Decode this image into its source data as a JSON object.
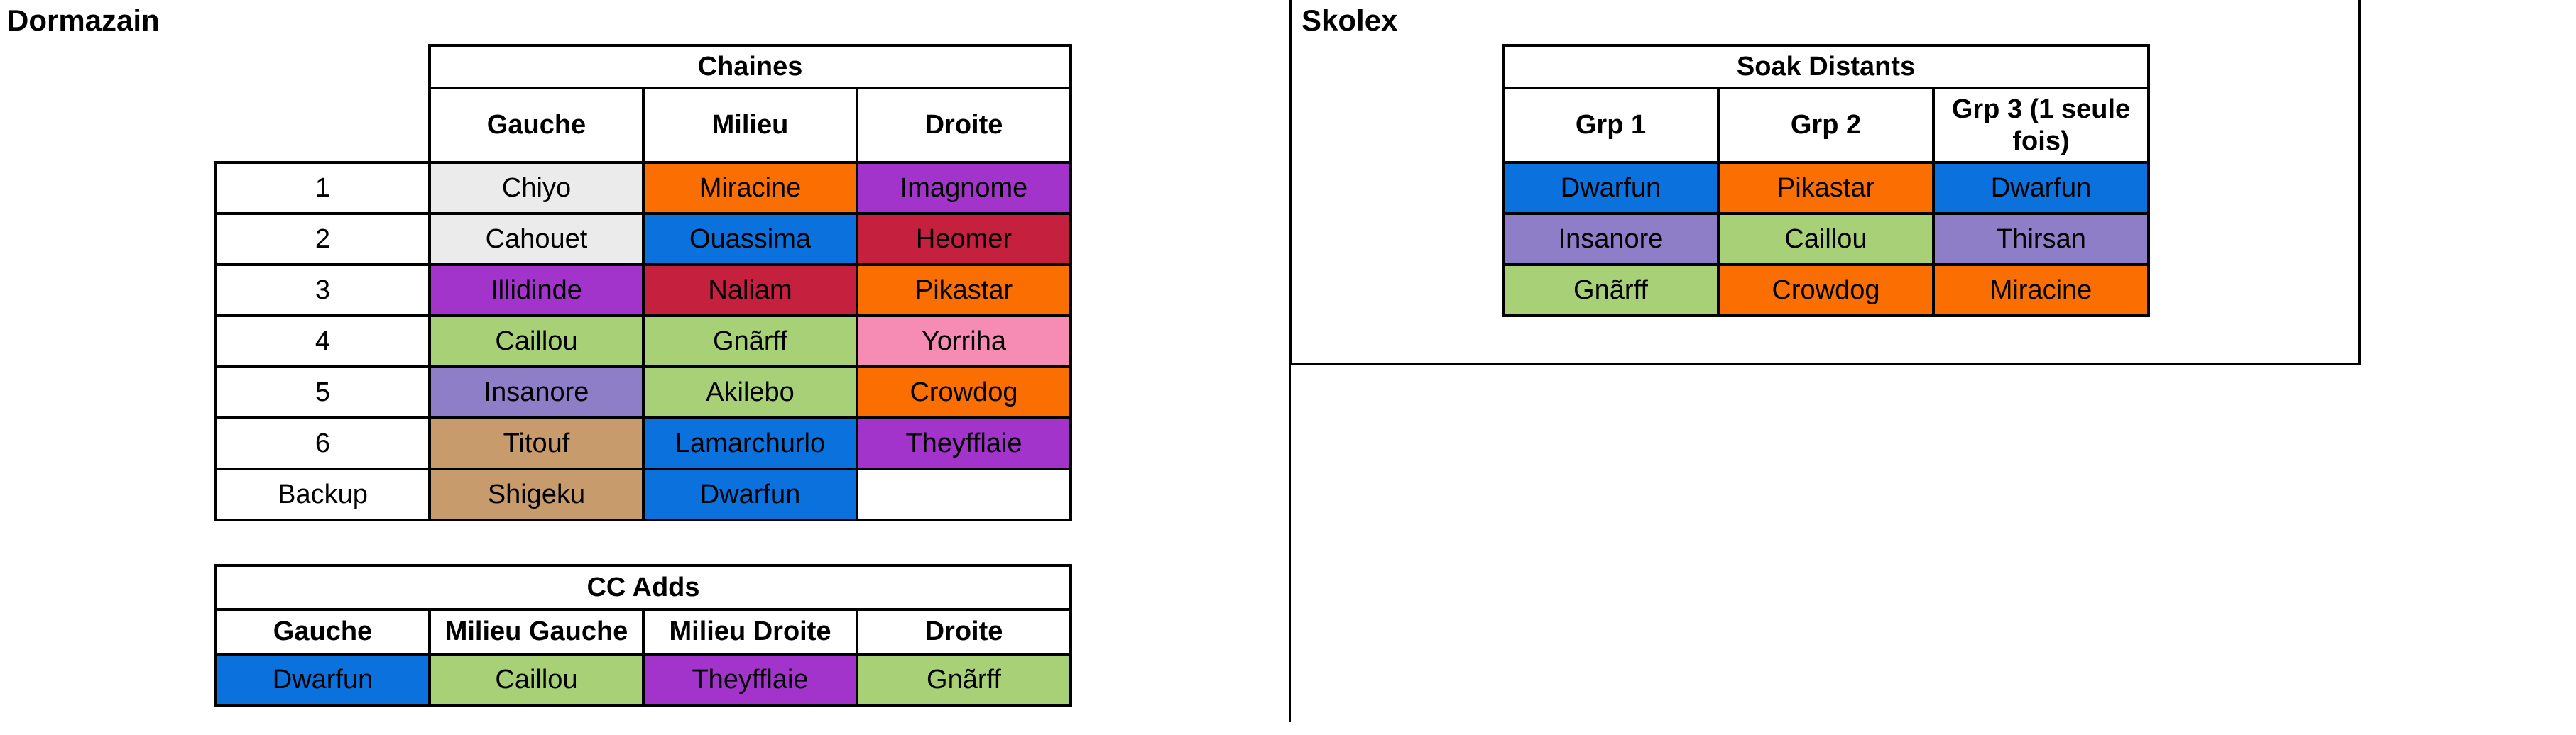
{
  "sections": {
    "dormazain": {
      "title": "Dormazain"
    },
    "skolex": {
      "title": "Skolex"
    }
  },
  "colors": {
    "gray": "#EBEBEB",
    "orange": "#FB6E01",
    "purple": "#A334CB",
    "blue": "#0B71DD",
    "red": "#C5203E",
    "green": "#A8D177",
    "pink": "#F68CB4",
    "violet": "#8E7EC8",
    "tan": "#C79B6C",
    "white": "#FFFFFF"
  },
  "chaines": {
    "title": "Chaines",
    "columns": [
      "Gauche",
      "Milieu",
      "Droite"
    ],
    "rows": [
      {
        "label": "1",
        "cells": [
          {
            "name": "Chiyo",
            "color": "gray"
          },
          {
            "name": "Miracine",
            "color": "orange"
          },
          {
            "name": "Imagnome",
            "color": "purple"
          }
        ]
      },
      {
        "label": "2",
        "cells": [
          {
            "name": "Cahouet",
            "color": "gray"
          },
          {
            "name": "Ouassima",
            "color": "blue"
          },
          {
            "name": "Heomer",
            "color": "red"
          }
        ]
      },
      {
        "label": "3",
        "cells": [
          {
            "name": "Illidinde",
            "color": "purple"
          },
          {
            "name": "Naliam",
            "color": "red"
          },
          {
            "name": "Pikastar",
            "color": "orange"
          }
        ]
      },
      {
        "label": "4",
        "cells": [
          {
            "name": "Caillou",
            "color": "green"
          },
          {
            "name": "Gnãrff",
            "color": "green"
          },
          {
            "name": "Yorriha",
            "color": "pink"
          }
        ]
      },
      {
        "label": "5",
        "cells": [
          {
            "name": "Insanore",
            "color": "violet"
          },
          {
            "name": "Akilebo",
            "color": "green"
          },
          {
            "name": "Crowdog",
            "color": "orange"
          }
        ]
      },
      {
        "label": "6",
        "cells": [
          {
            "name": "Titouf",
            "color": "tan"
          },
          {
            "name": "Lamarchurlo",
            "color": "blue"
          },
          {
            "name": "Theyfflaie",
            "color": "purple"
          }
        ]
      },
      {
        "label": "Backup",
        "cells": [
          {
            "name": "Shigeku",
            "color": "tan"
          },
          {
            "name": "Dwarfun",
            "color": "blue"
          },
          {
            "name": "",
            "color": "white"
          }
        ]
      }
    ]
  },
  "cc_adds": {
    "title": "CC Adds",
    "columns": [
      "Gauche",
      "Milieu Gauche",
      "Milieu Droite",
      "Droite"
    ],
    "rows": [
      {
        "cells": [
          {
            "name": "Dwarfun",
            "color": "blue"
          },
          {
            "name": "Caillou",
            "color": "green"
          },
          {
            "name": "Theyfflaie",
            "color": "purple"
          },
          {
            "name": "Gnãrff",
            "color": "green"
          }
        ]
      }
    ]
  },
  "soak_distants": {
    "title": "Soak Distants",
    "columns": [
      "Grp 1",
      "Grp 2",
      "Grp 3 (1 seule fois)"
    ],
    "rows": [
      {
        "cells": [
          {
            "name": "Dwarfun",
            "color": "blue"
          },
          {
            "name": "Pikastar",
            "color": "orange"
          },
          {
            "name": "Dwarfun",
            "color": "blue"
          }
        ]
      },
      {
        "cells": [
          {
            "name": "Insanore",
            "color": "violet"
          },
          {
            "name": "Caillou",
            "color": "green"
          },
          {
            "name": "Thirsan",
            "color": "violet"
          }
        ]
      },
      {
        "cells": [
          {
            "name": "Gnãrff",
            "color": "green"
          },
          {
            "name": "Crowdog",
            "color": "orange"
          },
          {
            "name": "Miracine",
            "color": "orange"
          }
        ]
      }
    ]
  }
}
